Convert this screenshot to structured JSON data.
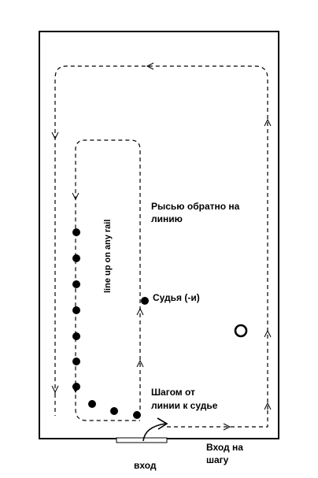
{
  "labels": {
    "rail_note": "line up on any rail",
    "trot_back_line1": "Рысью обратно на",
    "trot_back_line2": "линию",
    "judge": "Судья  (-и)",
    "walk_line1": "Шагом  от",
    "walk_line2": "линии  к судье",
    "entry_walk_line1": "Вход  на",
    "entry_walk_line2": "шагу",
    "entrance": "вход"
  },
  "colors": {
    "stroke": "#000000",
    "background": "#ffffff"
  },
  "icons": {
    "horse_marker": "filled-circle",
    "judge_marker": "filled-circle",
    "obstacle_marker": "ring"
  }
}
